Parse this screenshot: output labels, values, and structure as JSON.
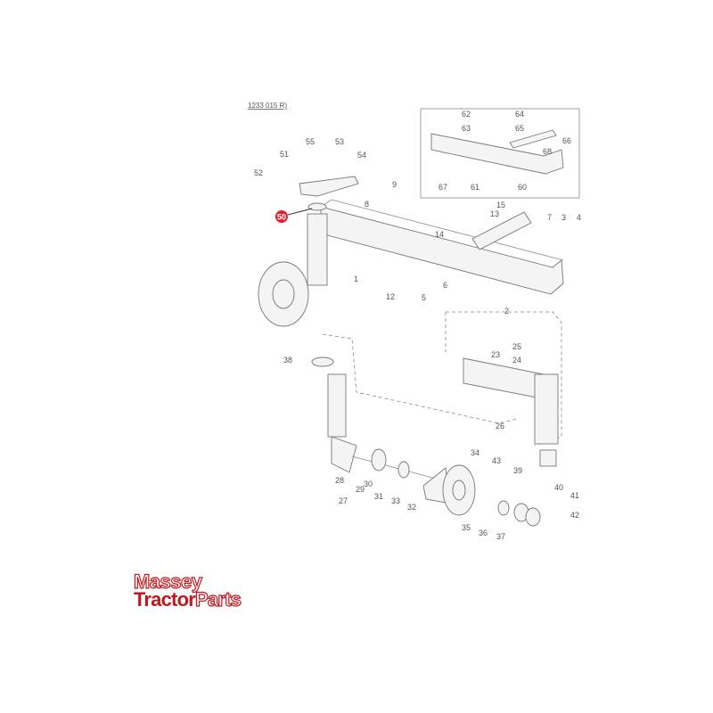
{
  "diagram": {
    "ref_code": "1233 015 R)",
    "highlight_color": "#d9232d",
    "highlighted_part": "50",
    "callouts": [
      "1",
      "2",
      "3",
      "4",
      "5",
      "6",
      "7",
      "8",
      "9",
      "12",
      "13",
      "14",
      "15",
      "23",
      "24",
      "25",
      "26",
      "27",
      "28",
      "29",
      "30",
      "31",
      "32",
      "33",
      "34",
      "35",
      "36",
      "37",
      "38",
      "39",
      "40",
      "41",
      "42",
      "43",
      "50",
      "51",
      "52",
      "53",
      "54",
      "55",
      "60",
      "61",
      "62",
      "63",
      "64",
      "65",
      "66",
      "67",
      "68"
    ]
  },
  "logo": {
    "line1": "Massey",
    "line2_a": "Tractor",
    "line2_b": "Parts",
    "brand_color": "#c4161c"
  }
}
